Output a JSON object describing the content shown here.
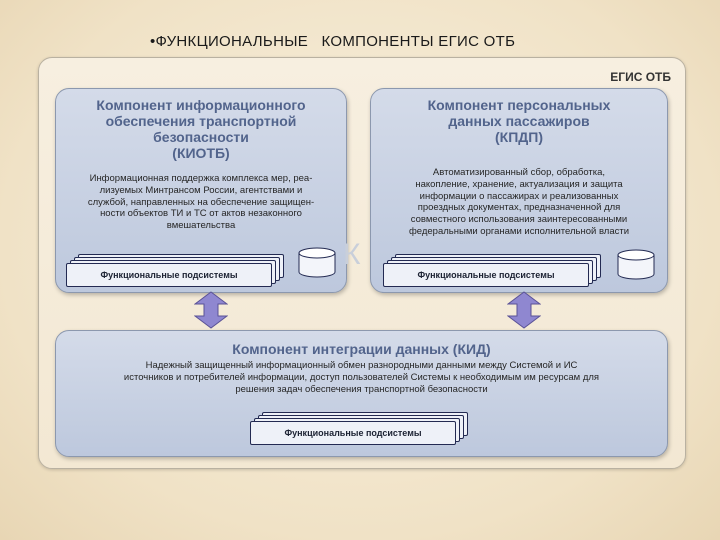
{
  "slide": {
    "title": "•ФУНКЦИОНАЛЬНЫЕ   КОМПОНЕНТЫ ЕГИС ОТБ"
  },
  "system": {
    "label": "ЕГИС ОТБ"
  },
  "components": {
    "kiotb": {
      "title": [
        "Компонент информационного",
        "обеспечения транспортной",
        "безопасности",
        "(КИОТБ)"
      ],
      "description": [
        "Информационная  поддержка комплекса мер, реа-",
        "лизуемых Минтрансом России, агентствами и",
        "службой, направленных на обеспечение  защищен-",
        "ности объектов  ТИ  и  ТС от актов незаконного",
        "вмешательства"
      ],
      "subsystems_label": "Функциональные подсистемы"
    },
    "kpdp": {
      "title": [
        "Компонент персональных",
        "данных пассажиров",
        "(КПДП)"
      ],
      "description": [
        "Автоматизированный  сбор, обработка,",
        "накопление,  хранение, актуализация и защита",
        "информации  о пассажирах и реализованных",
        "проездных документах, предназначенной  для",
        "совместного использования заинтересованными",
        "федеральными  органами исполнительной власти"
      ],
      "subsystems_label": "Функциональные подсистемы"
    },
    "kid": {
      "title": "Компонент интеграции данных (КИД)",
      "description": [
        "Надежный  защищенный информационный  обмен разнородными  данными  между Системой и ИС",
        "источников и потребителей информации,  доступ пользователей Системы к необходимым им ресурсам для",
        "решения  задач обеспечения  транспортной безопасности"
      ],
      "subsystems_label": "Функциональные подсистемы"
    }
  },
  "colors": {
    "title_blue": "#52648c",
    "panel_blue": "#c6d0e2",
    "arrow_fill": "#8f87d0"
  },
  "icons": [
    "database-icon",
    "double-arrow-icon"
  ]
}
